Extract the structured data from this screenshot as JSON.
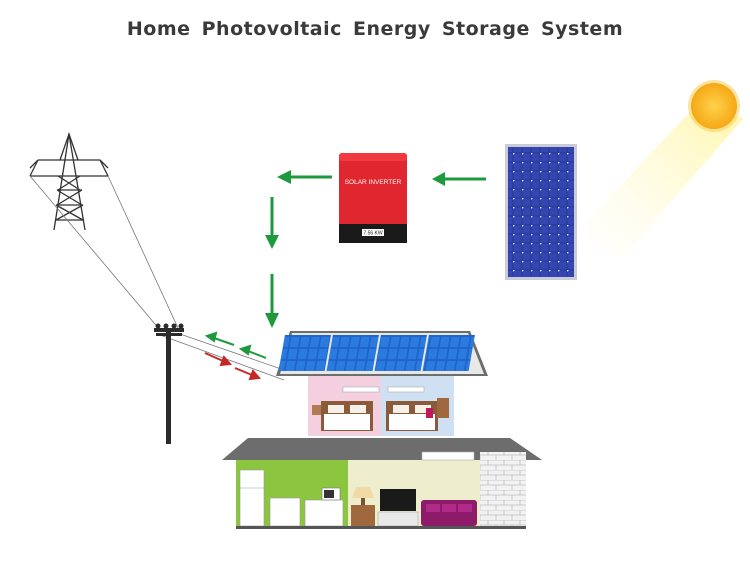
{
  "title": "Home Photovoltaic Energy Storage System",
  "inverter": {
    "label": "SOLAR INVERTER",
    "rating": "7.56 KW"
  },
  "colors": {
    "flow_arrow": "#1e9a3c",
    "import_arrow": "#c62828",
    "inverter_body": "#e0262e",
    "panel_cell": "#2a3a9c",
    "sun": "#f7b21c"
  },
  "icons": [
    "sun-icon",
    "solar-panel-icon",
    "inverter-icon",
    "transmission-tower-icon",
    "utility-pole-icon",
    "house-icon"
  ]
}
